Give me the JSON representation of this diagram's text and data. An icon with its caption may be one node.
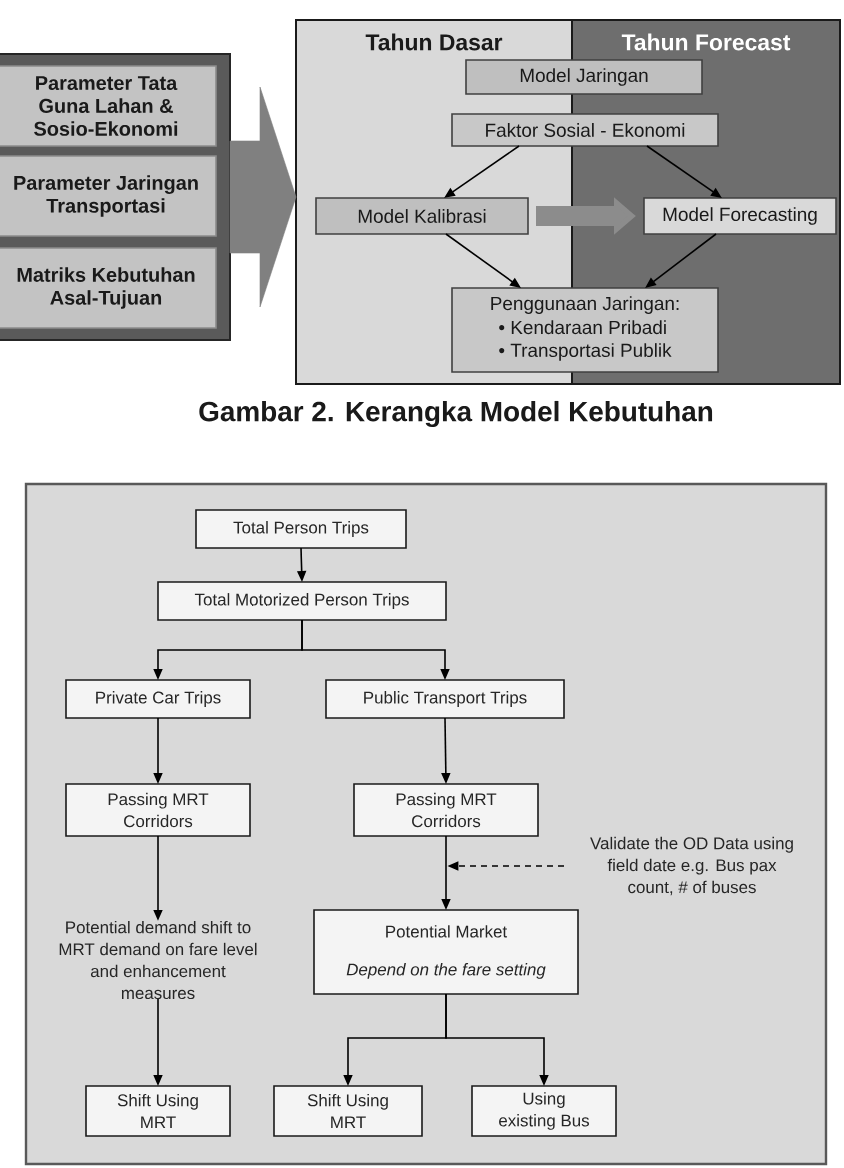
{
  "diagram": {
    "caption": "Gambar 2. Kerangka Model Kebutuhan",
    "nodes": [
      {
        "text": [],
        "shape": "box"
      },
      {
        "text": [
          "Parameter Tata Guna Lahan & Sosio-Ekonomi"
        ],
        "in": 0
      },
      {
        "text": [
          "Parameter Jaringan Transportasi"
        ],
        "in": 0
      },
      {
        "text": [
          "Matriks Kebutuhan Asal-Tujuan"
        ],
        "in": 0
      },
      {
        "text": [
          "Tahun Dasar"
        ]
      },
      {
        "text": [
          "Tahun Forecast"
        ]
      },
      {
        "text": [
          "Model Jaringan"
        ]
      },
      {
        "text": [
          "Faktor Sosial - Ekonomi"
        ]
      },
      {
        "text": [
          "Model Kalibrasi"
        ],
        "in": 4
      },
      {
        "text": [
          "Model Forecasting"
        ],
        "in": 5
      },
      {
        "text": [
          "Penggunaan Jaringan:",
          "• Kendaraan Pribadi",
          "• Transportasi Publik"
        ]
      },
      {
        "text": [
          "Total Person Trips"
        ]
      },
      {
        "text": [
          "Total Motorized Person Trips"
        ]
      },
      {
        "text": [
          "Private Car Trips"
        ]
      },
      {
        "text": [
          "Public Transport Trips"
        ]
      },
      {
        "text": [
          "Passing MRT Corridors"
        ]
      },
      {
        "text": [
          "Passing MRT Corridors"
        ]
      },
      {
        "text": [
          "Validate the OD Data using field date e.g. Bus pax count, # of buses"
        ]
      },
      {
        "text": [
          "Potential demand shift to MRT demand on fare level and enhancement measures"
        ]
      },
      {
        "text": [
          "Potential Market",
          "Depend on the fare setting"
        ]
      },
      {
        "text": [
          "Shift Using MRT"
        ]
      },
      {
        "text": [
          "Shift Using MRT"
        ]
      },
      {
        "text": [
          "Using existing Bus"
        ]
      }
    ],
    "edges": [
      {
        "from": 0,
        "to": 4,
        "arrow": "to",
        "style": "thick",
        "color": "#808080"
      },
      {
        "from": 7,
        "to": 8,
        "arrow": "to"
      },
      {
        "from": 7,
        "to": 9,
        "arrow": "to"
      },
      {
        "from": 8,
        "to": 9,
        "arrow": "to",
        "style": "thick",
        "color": "#8c8c8c"
      },
      {
        "from": 8,
        "to": 10,
        "arrow": "to"
      },
      {
        "from": 9,
        "to": 10,
        "arrow": "to"
      },
      {
        "from": 11,
        "to": 12,
        "arrow": "to"
      },
      {
        "from": 12,
        "to": 13,
        "arrow": "to"
      },
      {
        "from": 12,
        "to": 14,
        "arrow": "to"
      },
      {
        "from": 13,
        "to": 15,
        "arrow": "to"
      },
      {
        "from": 14,
        "to": 16,
        "arrow": "to"
      },
      {
        "from": 15,
        "to": 18,
        "arrow": "to"
      },
      {
        "from": 16,
        "to": 19,
        "arrow": "to"
      },
      {
        "from": 17,
        "to": null,
        "arrow": "to",
        "style": "dashed"
      },
      {
        "from": 18,
        "to": 20,
        "arrow": "to"
      },
      {
        "from": 19,
        "to": 21,
        "arrow": "to"
      },
      {
        "from": 19,
        "to": 22,
        "arrow": "to"
      }
    ]
  }
}
